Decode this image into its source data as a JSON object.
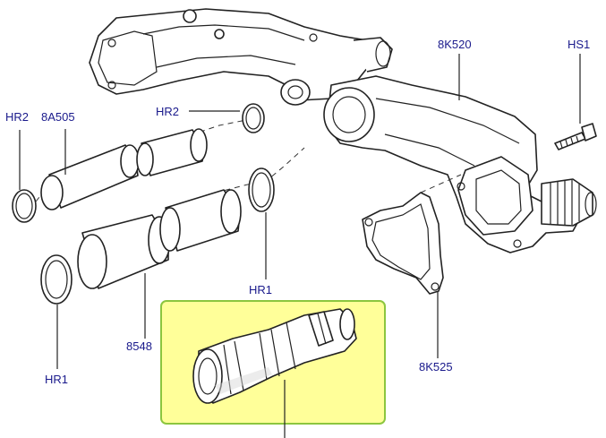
{
  "labels": {
    "hr2_left": "HR2",
    "part_8a505": "8A505",
    "hr2_center": "HR2",
    "part_8k520": "8K520",
    "hs1": "HS1",
    "hr1_right": "HR1",
    "hr1_left": "HR1",
    "part_8548": "8548",
    "part_8k525": "8K525"
  },
  "colors": {
    "label_text": "#1a1a8c",
    "highlight_fill": "#ffff99",
    "highlight_border": "#8cc63f",
    "line": "#222222"
  }
}
